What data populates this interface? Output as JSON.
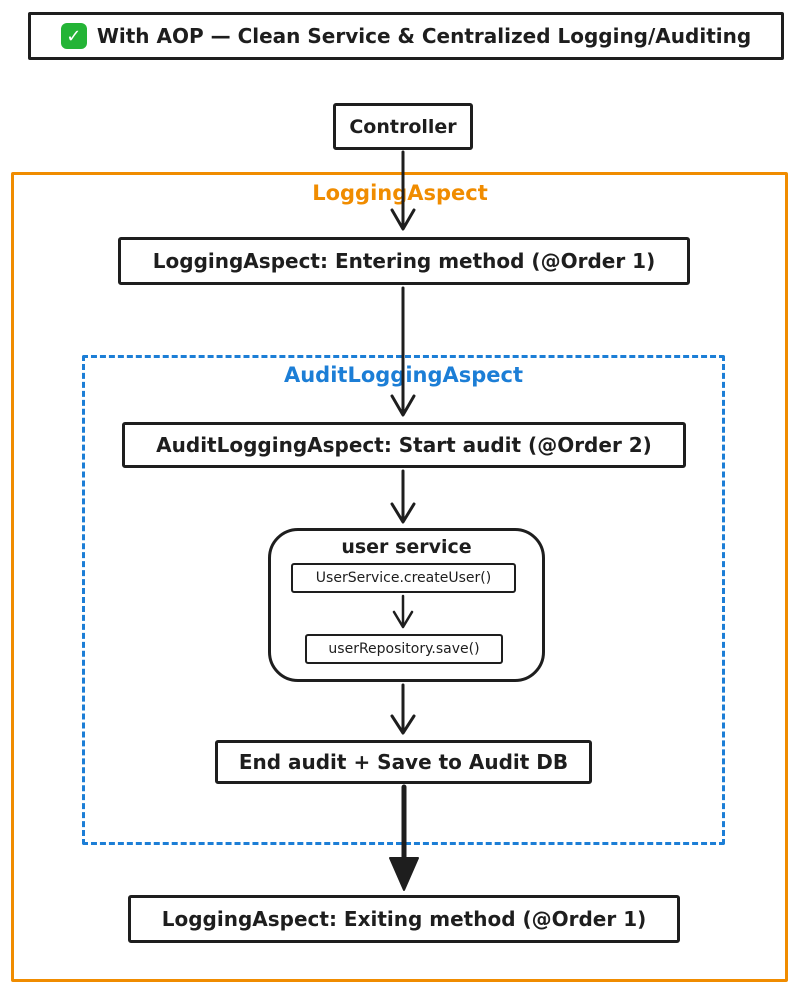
{
  "title": {
    "icon": "check-mark",
    "text": "With AOP — Clean Service & Centralized Logging/Auditing"
  },
  "containers": {
    "logging_aspect_label": "LoggingAspect",
    "audit_aspect_label": "AuditLoggingAspect"
  },
  "nodes": {
    "controller": "Controller",
    "entering": "LoggingAspect: Entering method (@Order 1)",
    "start_audit": "AuditLoggingAspect: Start audit (@Order 2)",
    "user_service_label": "user service",
    "create_user": "UserService.createUser()",
    "repo_save": "userRepository.save()",
    "end_audit": "End audit + Save to Audit DB",
    "exiting": "LoggingAspect: Exiting method (@Order 1)"
  },
  "colors": {
    "orange": "#F08C00",
    "blue": "#1C7ED6",
    "ink": "#1E1E1E",
    "check_green": "#24B436"
  }
}
